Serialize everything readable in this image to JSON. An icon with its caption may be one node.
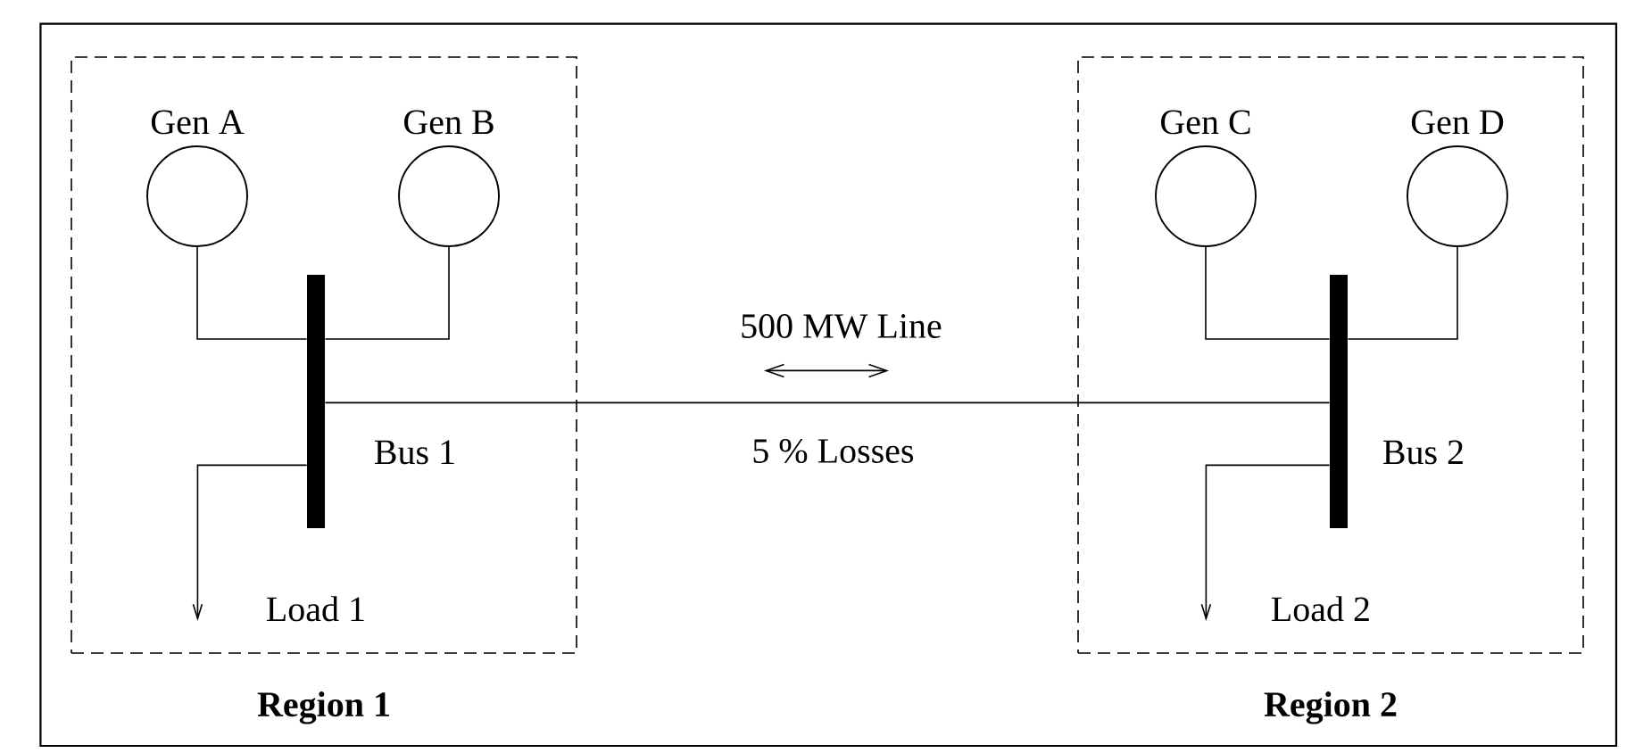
{
  "diagram": {
    "nodes": [
      {
        "text": [
          "Region 1"
        ]
      },
      {
        "text": [
          "Gen A"
        ],
        "in": 0
      },
      {
        "text": [
          "Gen B"
        ],
        "in": 0
      },
      {
        "text": [],
        "shape": "bar",
        "in": 0,
        "beside": [
          "Bus 1"
        ]
      },
      {
        "text": [
          "Region 2"
        ]
      },
      {
        "text": [
          "Gen C"
        ],
        "in": 4
      },
      {
        "text": [
          "Gen D"
        ],
        "in": 4
      },
      {
        "text": [],
        "shape": "bar",
        "in": 4,
        "beside": [
          "Bus 2"
        ]
      }
    ],
    "edges": [
      {
        "from": 1,
        "to": 3,
        "arrow": "none"
      },
      {
        "from": 2,
        "to": 3,
        "arrow": "none"
      },
      {
        "from": 3,
        "to": 7,
        "arrow": "none",
        "label": "500 MW Line"
      },
      {
        "from": 3,
        "to": null,
        "arrow": "to",
        "label": "Load 1"
      },
      {
        "from": 5,
        "to": 7,
        "arrow": "none"
      },
      {
        "from": 6,
        "to": 7,
        "arrow": "none"
      },
      {
        "from": 7,
        "to": null,
        "arrow": "to",
        "label": "Load 2"
      }
    ],
    "labels": [
      "5 % Losses"
    ]
  }
}
